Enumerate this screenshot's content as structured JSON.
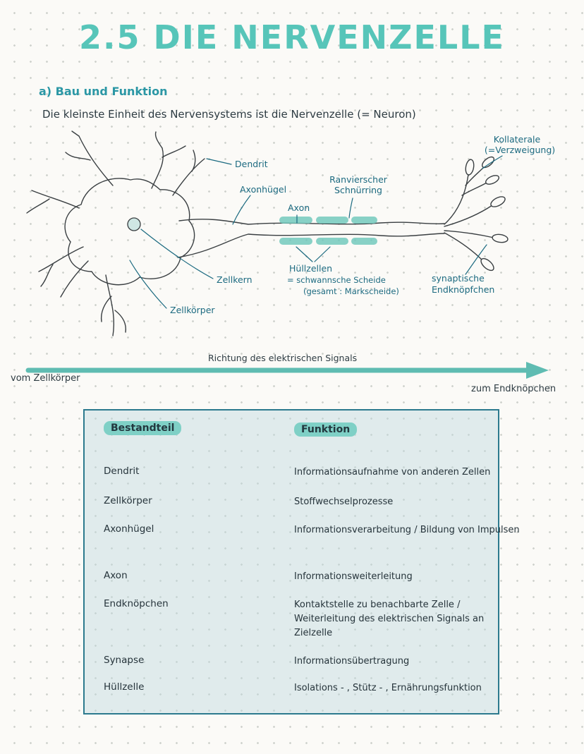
{
  "page": {
    "title": "2.5 DIE NERVENZELLE",
    "section_heading": "a) Bau und Funktion",
    "intro": "Die kleinste Einheit des Nervensystems ist die Nervenzelle (= Neuron)"
  },
  "diagram": {
    "labels": {
      "dendrit": "Dendrit",
      "axonhuegel": "Axonhügel",
      "axon": "Axon",
      "ranvierscher_line1": "Ranvierscher",
      "ranvierscher_line2": "Schnürring",
      "kollaterale_line1": "Kollaterale",
      "kollaterale_line2": "(=Verzweigung)",
      "zellkern": "Zellkern",
      "zellkoerper": "Zellkörper",
      "huellzellen_line1": "Hüllzellen",
      "huellzellen_line2": "= schwannsche Scheide",
      "huellzellen_line3": "(gesamt : Markscheide)",
      "synaptische_line1": "synaptische",
      "synaptische_line2": "Endknöpfchen"
    }
  },
  "signal_arrow": {
    "label": "Richtung des elektrischen Signals",
    "left_label": "vom Zellkörper",
    "right_label": "zum Endknöpchen"
  },
  "table": {
    "headers": [
      "Bestandteil",
      "Funktion"
    ],
    "rows": [
      {
        "part": "Dendrit",
        "function": "Informationsaufnahme von anderen Zellen"
      },
      {
        "part": "Zellkörper",
        "function": "Stoffwechselprozesse"
      },
      {
        "part": "Axonhügel",
        "function": "Informationsverarbeitung / Bildung von Impulsen"
      },
      {
        "part": "Axon",
        "function": "Informationsweiterleitung"
      },
      {
        "part": "Endknöpchen",
        "function": "Kontaktstelle zu benachbarte Zelle / Weiterleitung des elektrischen Signals an Zielzelle"
      },
      {
        "part": "Synapse",
        "function": "Informationsübertragung"
      },
      {
        "part": "Hüllzelle",
        "function": "Isolations - , Stütz - , Ernährungsfunktion"
      }
    ]
  },
  "colors": {
    "title_teal": "#57c5b9",
    "ink_teal": "#1b6a80",
    "text_dark": "#2d3b42",
    "highlight_teal": "#7fd0c6",
    "table_bg": "#dce9ec",
    "table_border": "#2c7a8e",
    "arrow_teal": "#5fbcb2",
    "myelin_teal": "#6cc7bb"
  }
}
